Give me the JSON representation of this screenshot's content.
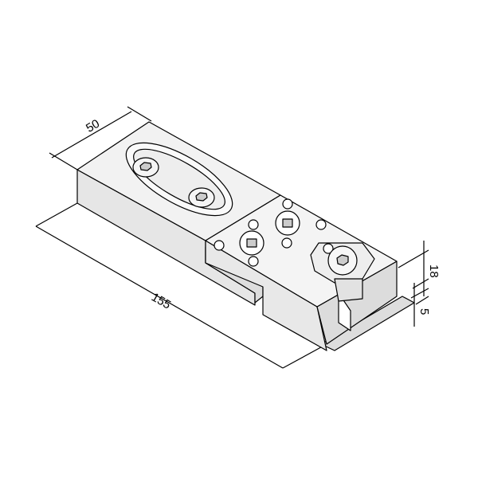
{
  "dimensions": {
    "width": "50",
    "length": "155",
    "height": "18",
    "plate": "5"
  }
}
